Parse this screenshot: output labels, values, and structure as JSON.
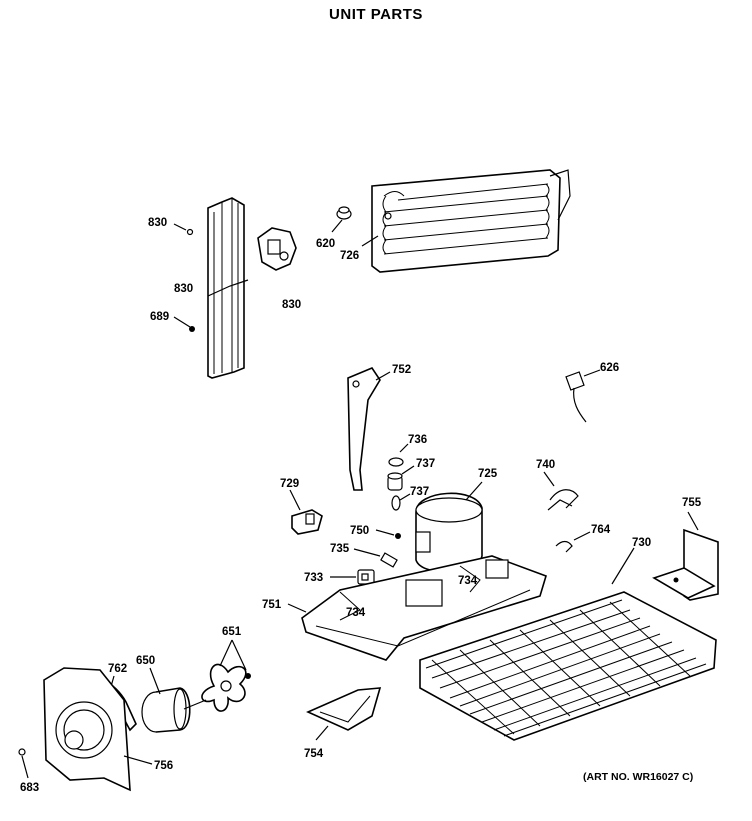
{
  "title": "UNIT PARTS",
  "art_number": "(ART NO. WR16027 C)",
  "labels": {
    "p830a": "830",
    "p830b": "830",
    "p830c": "830",
    "p689": "689",
    "p620": "620",
    "p726": "726",
    "p752": "752",
    "p626": "626",
    "p736": "736",
    "p737a": "737",
    "p737b": "737",
    "p725": "725",
    "p740": "740",
    "p729": "729",
    "p750": "750",
    "p735": "735",
    "p764": "764",
    "p730": "730",
    "p755": "755",
    "p733": "733",
    "p734": "734",
    "p751": "751",
    "p651": "651",
    "p762": "762",
    "p650": "650",
    "p754": "754",
    "p756": "756",
    "p683": "683"
  }
}
